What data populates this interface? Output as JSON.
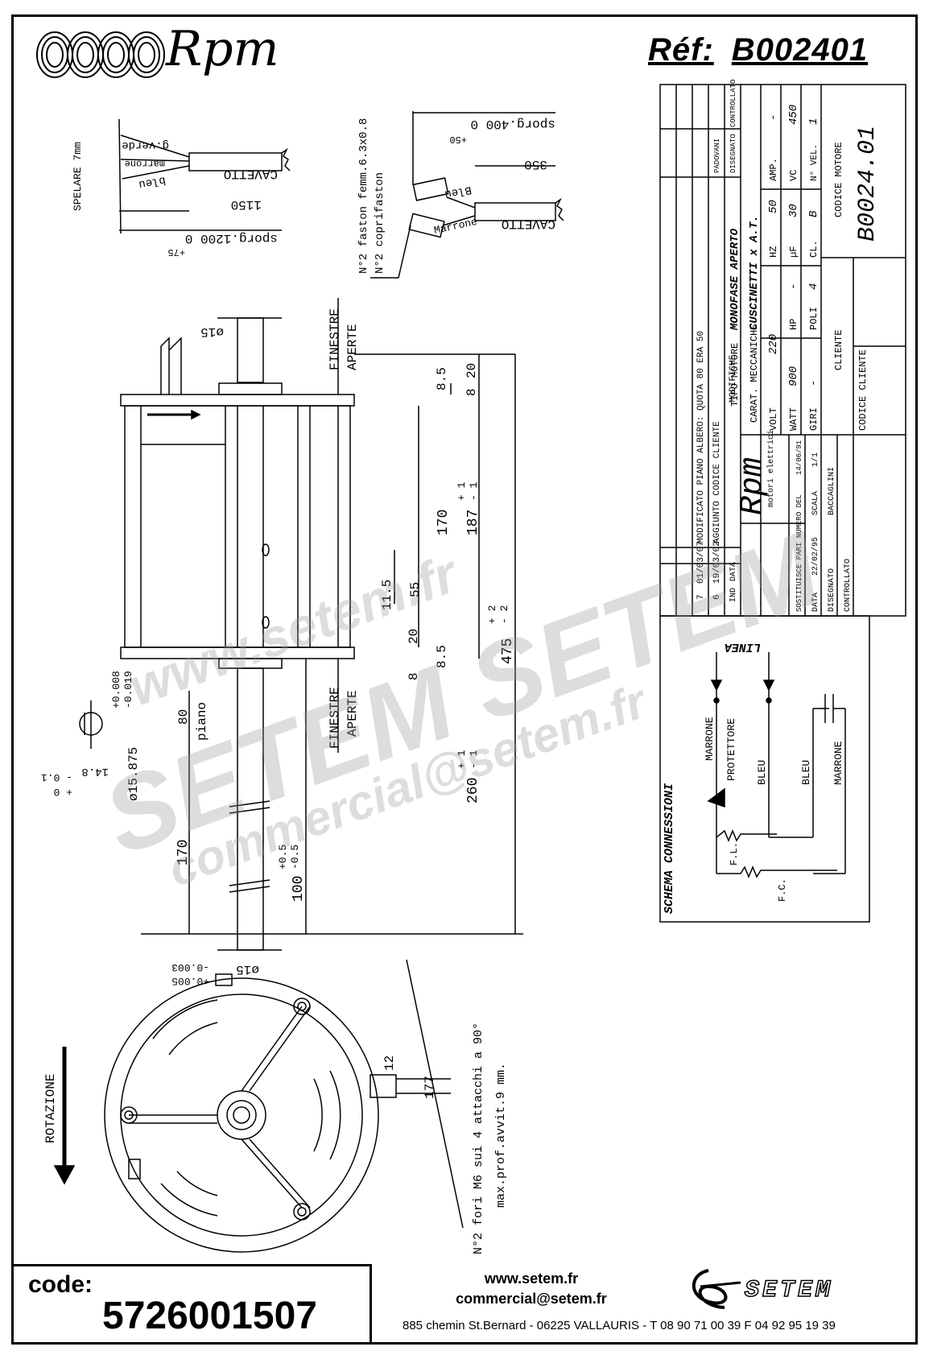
{
  "header": {
    "brand": "Rpm",
    "ref_label": "Réf:",
    "ref_value": "B002401"
  },
  "cable1": {
    "spelare": "SPELARE 7mm",
    "wire_verde": "g.verde",
    "wire_marrone": "marrone",
    "wire_bleu": "bleu",
    "cavetto": "CAVETTO",
    "length": "1150",
    "sporg": "sporg.1200 0",
    "tol": "+75"
  },
  "cable2": {
    "faston1": "N°2 faston femm.6.3x0.8",
    "faston2": "N°2 coprifaston",
    "sporg": "sporg.400 0",
    "tol": "+50",
    "length": "350",
    "wire_bleu": "Bleu",
    "wire_marrone": "Marrone",
    "cavetto": "CAVETTO"
  },
  "side_view": {
    "shaft_dia_top": "ø15",
    "finestre_top": "FINESTRE",
    "aperte_top": "APERTE",
    "finestre_bottom": "FINESTRE",
    "aperte_bottom": "APERTE",
    "dim_8_5_top": "8.5",
    "dim_8_top": "8",
    "dim_20_top": "20",
    "dim_170": "170",
    "dim_187": "187",
    "dim_187_tol_plus": "+ 1",
    "dim_187_tol_minus": "- 1",
    "dim_55": "55",
    "dim_11_5": "11.5",
    "dim_20_bot": "20",
    "dim_8_5_bot": "8.5",
    "dim_8_bot": "8",
    "dim_475": "475",
    "dim_475_tol_plus": "+ 2",
    "dim_475_tol_minus": "- 2",
    "dim_260": "260",
    "dim_260_tol_plus": "+ 1",
    "dim_260_tol_minus": "- 1",
    "dim_80": "80",
    "piano": "piano",
    "dim_170_lower": "170",
    "dim_100": "100",
    "dim_100_tol_plus": "+0.5",
    "dim_100_tol_minus": "-0.5",
    "flat_tol_plus": "+0.008",
    "flat_tol_minus": "-0.019",
    "flat_dia": "ø15.875",
    "flat_height": "14.8",
    "flat_height_tol_plus": "+ 0",
    "flat_height_tol_minus": "- 0.1",
    "shaft_dia_bottom": "ø15",
    "shaft_tol_plus": "+0.005",
    "shaft_tol_minus": "-0.003"
  },
  "front_view": {
    "rotazione": "ROTAZIONE",
    "dim_177": "177",
    "dim_12": "12",
    "note1": "N°2 fori M6 sui 4 attacchi a 90°",
    "note2": "max.prof.avvit.9 mm."
  },
  "title_block": {
    "rev_rows": [
      {
        "ind": "7",
        "data": "01/03/07",
        "mod": "MODIFICATO PIANO ALBERO: QUOTA 80 ERA 50"
      },
      {
        "ind": "6",
        "data": "19/03/02",
        "mod": "AGGIUNTO CODICE CLIENTE"
      }
    ],
    "ind_label": "IND",
    "data_label": "DATA",
    "modifiche_label": "MODIFICHE",
    "disegnato_label": "DISEGNATO",
    "controllato_label": "CONTROLLATO",
    "disegnato_name": "PADOVANI",
    "tipo_motore_label": "TIPO MOTORE",
    "tipo_motore": "MONOFASE APERTO",
    "carat_label": "CARAT. MECCANICHE",
    "carat": "CUSCINETTI x A.T.",
    "volt_label": "VOLT",
    "volt": "220",
    "hz_label": "HZ",
    "hz": "50",
    "amp_label": "AMP.",
    "amp": "-",
    "watt_label": "WATT",
    "watt": "900",
    "hp_label": "HP",
    "hp": "-",
    "uf_label": "µF",
    "uf": "30",
    "vc_label": "VC",
    "vc": "450",
    "giri_label": "GIRI",
    "giri": "-",
    "poli_label": "POLI",
    "poli": "4",
    "cl_label": "CL.",
    "cl": "B",
    "nvel_label": "N° VEL.",
    "nvel": "1",
    "cliente_label": "CLIENTE",
    "codice_motore_label": "CODICE MOTORE",
    "codice_motore": "B0024.01",
    "codice_cliente_label": "CODICE CLIENTE",
    "brand": "Rpm",
    "brand_sub": "motori elettrici",
    "sostituisce_label": "SOSTITUISCE PARI NUMERO DEL",
    "sostituisce_date": "14/06/91",
    "data_row_label": "DATA",
    "data_row_date": "22/02/95",
    "scala_label": "SCALA",
    "scala": "1/1",
    "disegnato2_label": "DISEGNATO",
    "disegnato2_name": "BACCAGLINI",
    "controllato2_label": "CONTROLLATO"
  },
  "schema": {
    "title": "SCHEMA CONNESSIONI",
    "linea": "LINEA",
    "marrone1": "MARRONE",
    "protettore": "PROTETTORE",
    "bleu1": "BLEU",
    "bleu2": "BLEU",
    "marrone2": "MARRONE",
    "fl": "F.L.",
    "fc": "F.C."
  },
  "watermark": {
    "line1": "www.setem.fr",
    "line2": "SETEM SETEM",
    "line3": "commercial@setem.fr"
  },
  "footer": {
    "code_label": "code:",
    "code_value": "5726001507",
    "web": "www.setem.fr",
    "email": "commercial@setem.fr",
    "address": "885 chemin St.Bernard  -  06225 VALLAURIS  -  T 08 90 71 00 39   F 04 92 95 19 39",
    "logo_text": "SETEM"
  }
}
